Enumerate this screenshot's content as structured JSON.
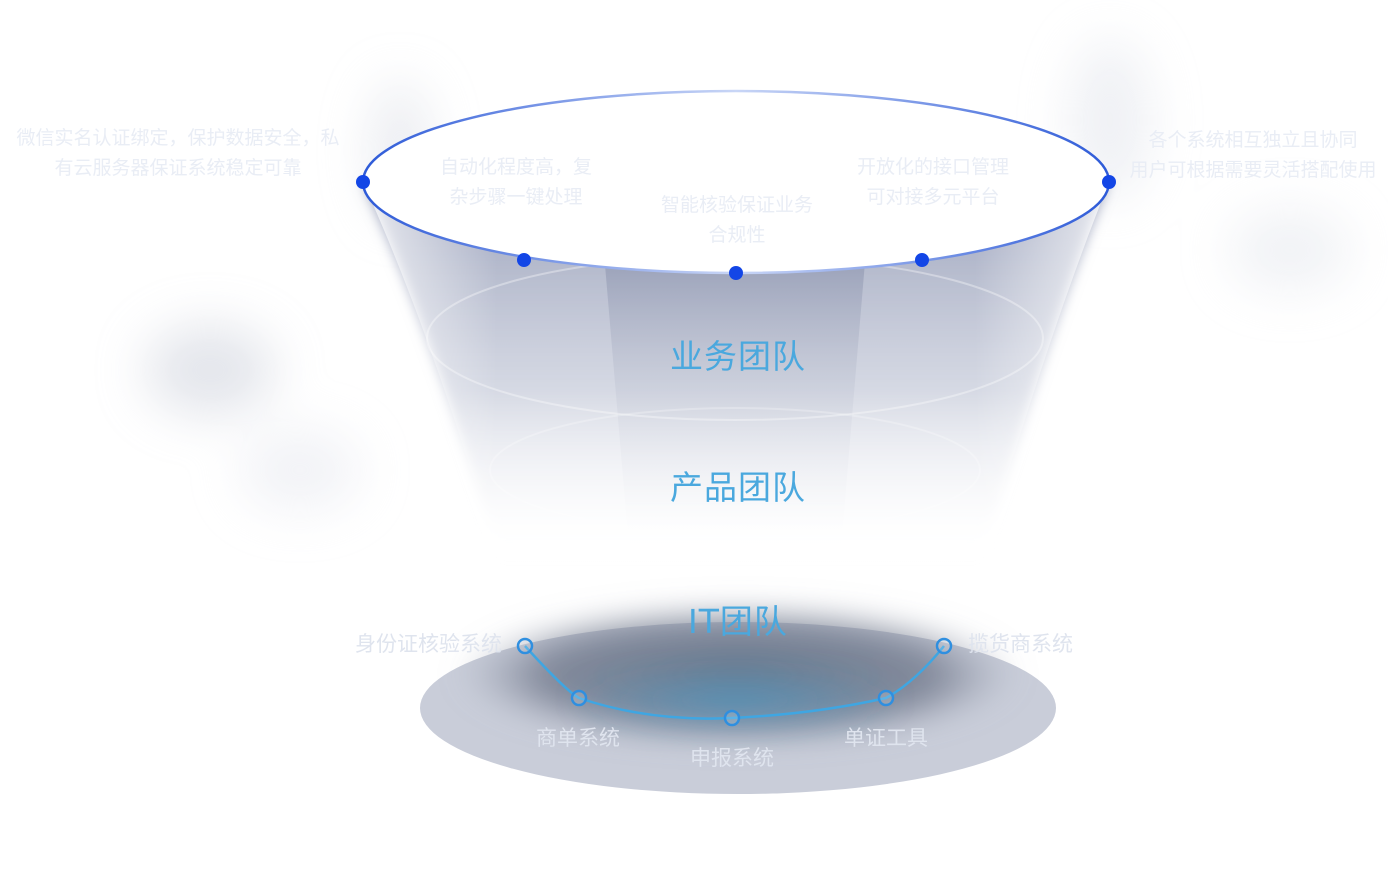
{
  "top_features": [
    "微信实名认证绑定，保护数据安全，私\n有云服务器保证系统稳定可靠",
    "自动化程度高，复\n杂步骤一键处理",
    "智能核验保证业务\n合规性",
    "开放化的接口管理\n可对接多元平台",
    "各个系统相互独立且协同\n用户可根据需要灵活搭配使用"
  ],
  "tiers": {
    "business": "业务团队",
    "product": "产品团队",
    "it": "IT团队"
  },
  "systems": [
    "身份证核验系统",
    "商单系统",
    "申报系统",
    "单证工具",
    "揽货商系统"
  ],
  "colors": {
    "accent_blue": "#1f5ae0",
    "ring_blue": "#3fa6e2",
    "tier_text": "#4aa8de",
    "funnel_gray": "#8f97b3",
    "base_gray": "#c9cdd9"
  }
}
